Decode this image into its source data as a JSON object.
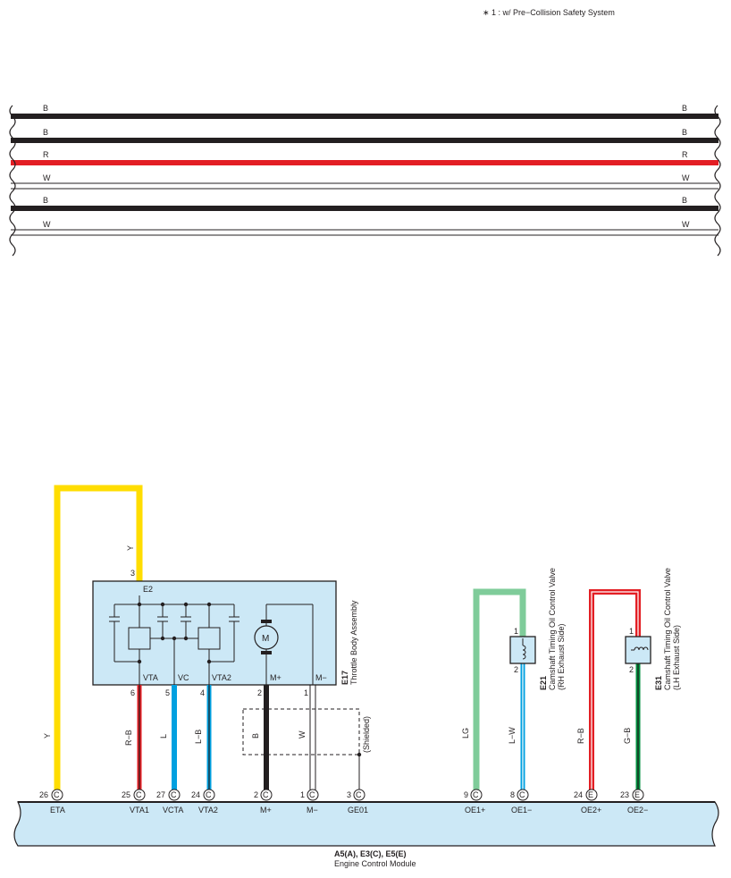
{
  "note": "∗ 1 : w/ Pre−Collision Safety System",
  "bus_wires": [
    {
      "color_code": "B",
      "hex": "#231f20"
    },
    {
      "color_code": "B",
      "hex": "#231f20"
    },
    {
      "color_code": "R",
      "hex": "#e31e24"
    },
    {
      "color_code": "W",
      "hex": "#ffffff"
    },
    {
      "color_code": "B",
      "hex": "#231f20"
    },
    {
      "color_code": "W",
      "hex": "#ffffff"
    }
  ],
  "throttle": {
    "code": "E17",
    "name": "Throttle Body Assembly",
    "top_pin": "3",
    "top_terminal": "E2",
    "motor_symbol": "M",
    "terminals": [
      {
        "pin": "6",
        "name": "VTA"
      },
      {
        "pin": "5",
        "name": "VC"
      },
      {
        "pin": "4",
        "name": "VTA2"
      },
      {
        "pin": "2",
        "name": "M+"
      },
      {
        "pin": "1",
        "name": "M−"
      }
    ],
    "shielded": "(Shielded)"
  },
  "valve_rh": {
    "code": "E21",
    "name": "Camshaft Timing Oil Control Valve",
    "side": "(RH Exhaust Side)",
    "pin1": "1",
    "pin2": "2"
  },
  "valve_lh": {
    "code": "E31",
    "name": "Camshaft Timing Oil Control Valve",
    "side": "(LH Exhaust Side)",
    "pin1": "1",
    "pin2": "2"
  },
  "wires": {
    "eta": "Y",
    "e2": "Y",
    "vta1": "R−B",
    "vcta": "L",
    "vta2": "L−B",
    "m_plus": "B",
    "m_minus": "W",
    "oe1_plus": "LG",
    "oe1_minus": "L−W",
    "oe2_plus": "R−B",
    "oe2_minus": "G−B"
  },
  "ecm": {
    "connectors": "A5(A), E3(C), E5(E)",
    "name": "Engine Control Module",
    "pins": [
      {
        "num": "26",
        "conn": "C",
        "label": "ETA"
      },
      {
        "num": "25",
        "conn": "C",
        "label": "VTA1"
      },
      {
        "num": "27",
        "conn": "C",
        "label": "VCTA"
      },
      {
        "num": "24",
        "conn": "C",
        "label": "VTA2"
      },
      {
        "num": "2",
        "conn": "C",
        "label": "M+"
      },
      {
        "num": "1",
        "conn": "C",
        "label": "M−"
      },
      {
        "num": "3",
        "conn": "C",
        "label": "GE01"
      },
      {
        "num": "9",
        "conn": "C",
        "label": "OE1+"
      },
      {
        "num": "8",
        "conn": "C",
        "label": "OE1−"
      },
      {
        "num": "24",
        "conn": "E",
        "label": "OE2+"
      },
      {
        "num": "23",
        "conn": "E",
        "label": "OE2−"
      }
    ]
  },
  "colors": {
    "yellow": "#ffdd00",
    "red": "#e31e24",
    "blue": "#00a0e0",
    "black": "#231f20",
    "light_green": "#7fcc9a",
    "green": "#00923f",
    "ecm_fill": "#cce8f6",
    "component_fill": "#cce8f6"
  }
}
